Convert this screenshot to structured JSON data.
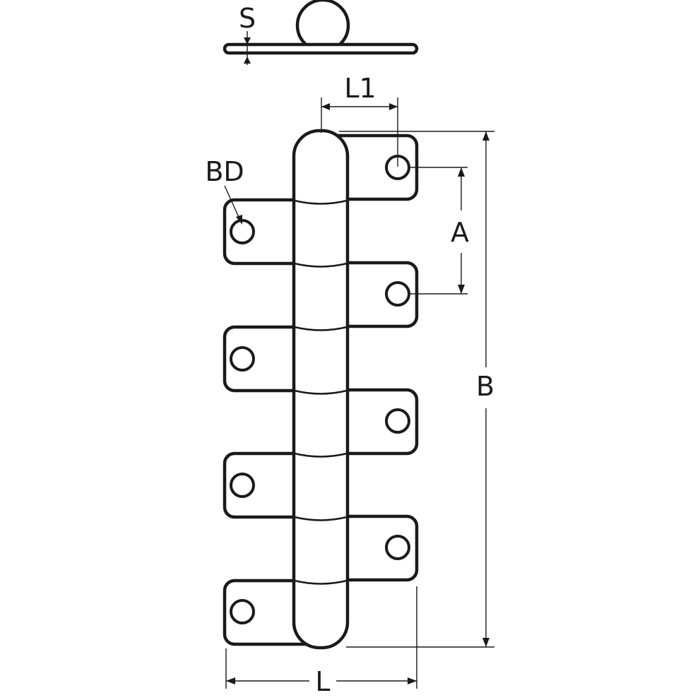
{
  "labels": {
    "s": "S",
    "l1": "L1",
    "bd": "BD",
    "a": "A",
    "b": "B",
    "l": "L"
  },
  "colors": {
    "line": "#1a1a1a",
    "background": "#ffffff"
  }
}
